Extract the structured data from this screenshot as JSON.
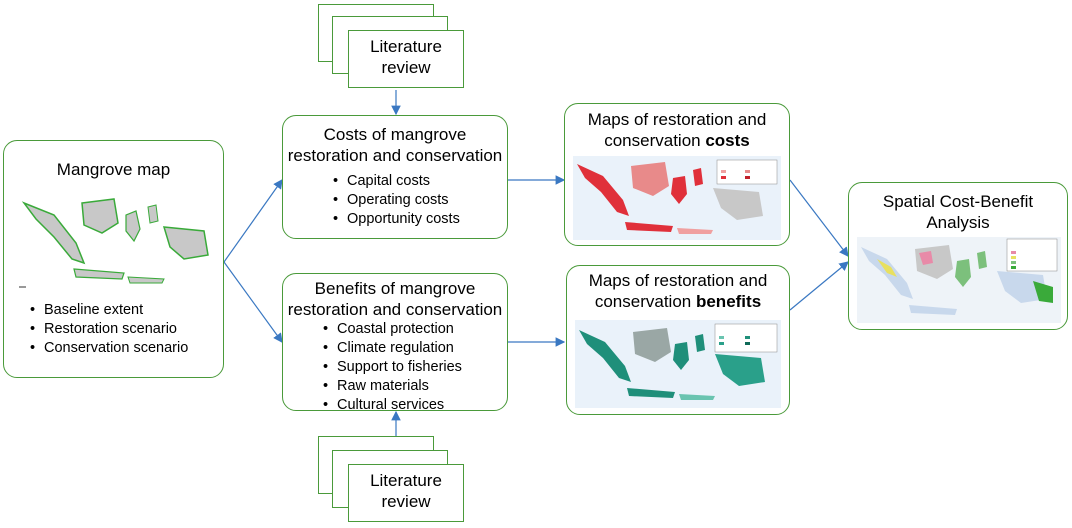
{
  "mangrove_map": {
    "title": "Mangrove map",
    "items": [
      "Baseline extent",
      "Restoration scenario",
      "Conservation scenario"
    ]
  },
  "costs_box": {
    "title_line1": "Costs of mangrove",
    "title_line2": "restoration and conservation",
    "items": [
      "Capital costs",
      "Operating costs",
      "Opportunity costs"
    ]
  },
  "benefits_box": {
    "title_line1": "Benefits of mangrove",
    "title_line2": "restoration and conservation",
    "items": [
      "Coastal protection",
      "Climate regulation",
      "Support to fisheries",
      "Raw materials",
      "Cultural services"
    ]
  },
  "literature_top": {
    "line1": "Literature",
    "line2": "review"
  },
  "literature_bottom": {
    "line1": "Literature",
    "line2": "review"
  },
  "cost_maps": {
    "title_line1": "Maps of restoration and",
    "title_line2_plain": "conservation ",
    "title_line2_bold": "costs"
  },
  "benefit_maps": {
    "title_line1": "Maps of restoration and",
    "title_line2_plain": "conservation ",
    "title_line2_bold": "benefits"
  },
  "cba": {
    "title_line1": "Spatial Cost-Benefit",
    "title_line2": "Analysis"
  },
  "colors": {
    "border": "#4a9a3a",
    "arrow": "#3a78c2",
    "land": "#c8c8c8",
    "mangrove": "#3aaa3a",
    "cost_red": "#e0303a",
    "benefit_teal": "#1f8f7a"
  }
}
